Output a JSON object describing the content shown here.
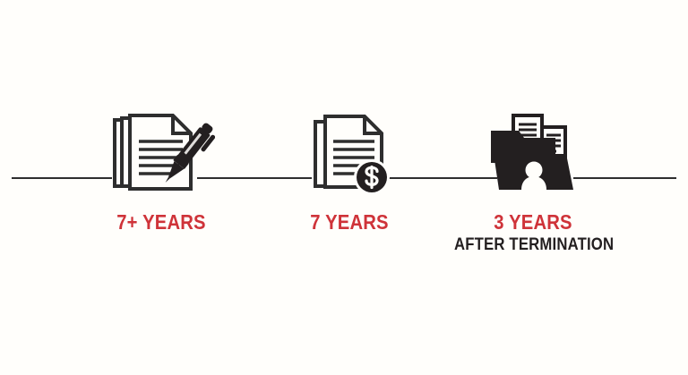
{
  "graphic": {
    "type": "record-retention-timeline",
    "background_color": "#FFFEFB",
    "accent_color": "#CF3339",
    "dark_color": "#231F20",
    "line_color": "#2E2E2E"
  },
  "timeline": {
    "segments": [
      {
        "name": "segment-left"
      },
      {
        "name": "segment-between-1-2"
      },
      {
        "name": "segment-between-2-3"
      },
      {
        "name": "segment-right"
      }
    ]
  },
  "milestones": [
    {
      "id": "milestone-1",
      "icon": "documents-with-pen-icon",
      "label": "7+ YEARS",
      "sublabel": ""
    },
    {
      "id": "milestone-2",
      "icon": "document-with-dollar-coin-icon",
      "label": "7 YEARS",
      "sublabel": ""
    },
    {
      "id": "milestone-3",
      "icon": "personnel-folder-icon",
      "label": "3 YEARS",
      "sublabel": "AFTER TERMINATION"
    }
  ]
}
